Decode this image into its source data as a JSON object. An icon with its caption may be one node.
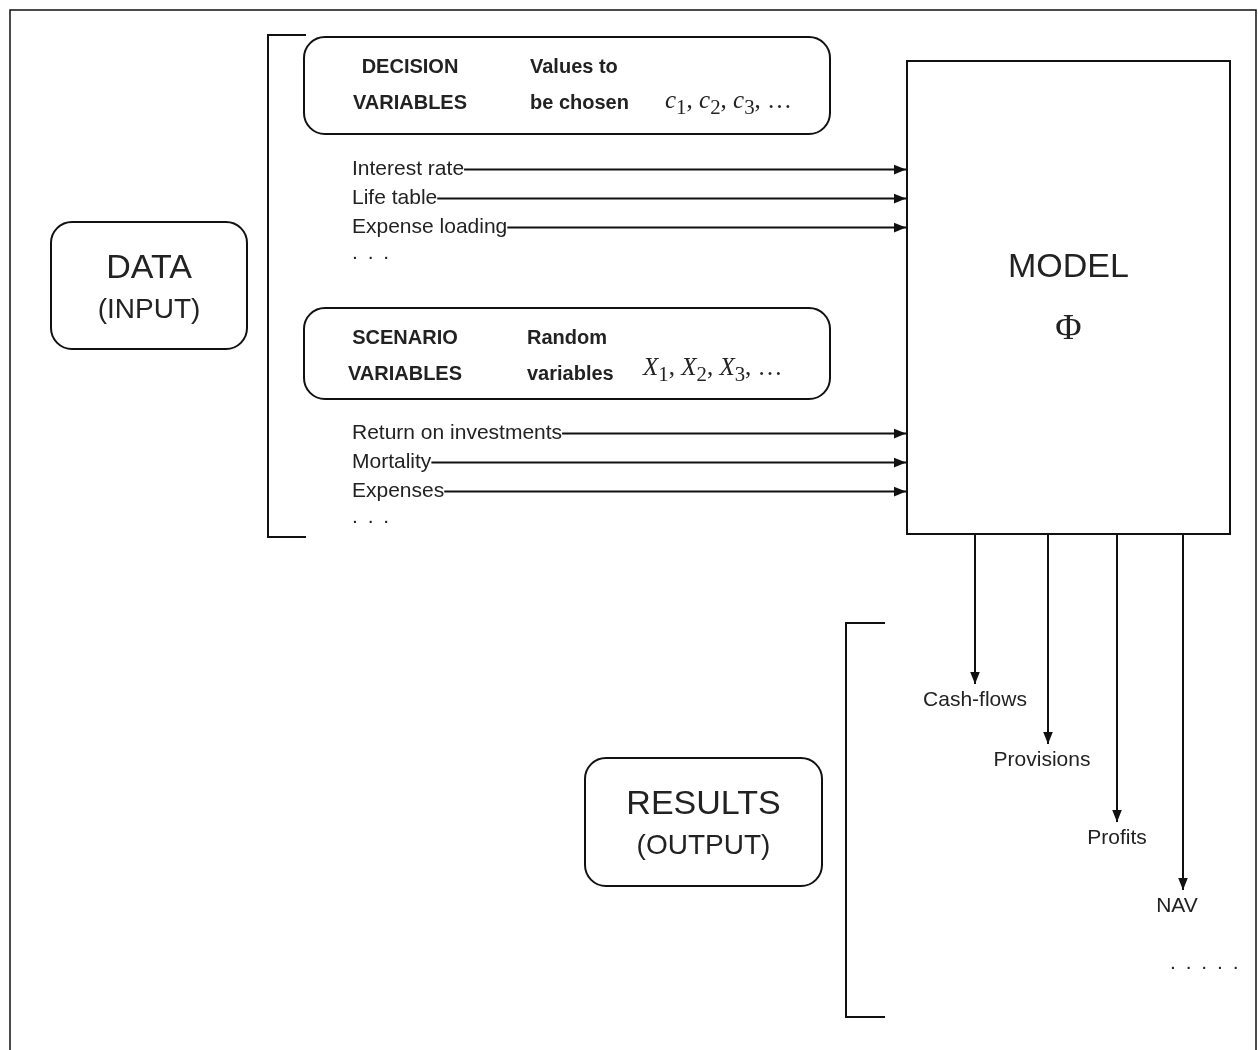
{
  "diagram": {
    "nodes": [
      {
        "text": [
          "DATA",
          "(INPUT)"
        ]
      },
      {
        "text": [
          "DECISION VARIABLES",
          "Values to be chosen",
          "*c*$_{1}$, *c*$_{2}$, *c*$_{3}$, …"
        ]
      },
      {
        "text": [
          "Interest rate"
        ]
      },
      {
        "text": [
          "Life table"
        ]
      },
      {
        "text": [
          "Expense loading"
        ]
      },
      {
        "text": [
          "SCENARIO VARIABLES",
          "Random variables",
          "*X*$_{1}$, *X*$_{2}$, *X*$_{3}$, …"
        ]
      },
      {
        "text": [
          "Return on investments"
        ]
      },
      {
        "text": [
          "Mortality"
        ]
      },
      {
        "text": [
          "Expenses"
        ]
      },
      {
        "text": [
          "MODEL",
          "Φ"
        ]
      },
      {
        "text": [
          "RESULTS",
          "(OUTPUT)"
        ]
      },
      {
        "text": [
          "Cash-flows"
        ]
      },
      {
        "text": [
          "Provisions"
        ]
      },
      {
        "text": [
          "Profits"
        ]
      },
      {
        "text": [
          "NAV"
        ]
      }
    ],
    "edges": [
      {
        "from": 2,
        "to": 9,
        "arrow": "to"
      },
      {
        "from": 3,
        "to": 9,
        "arrow": "to"
      },
      {
        "from": 4,
        "to": 9,
        "arrow": "to"
      },
      {
        "from": 6,
        "to": 9,
        "arrow": "to"
      },
      {
        "from": 7,
        "to": 9,
        "arrow": "to"
      },
      {
        "from": 8,
        "to": 9,
        "arrow": "to"
      },
      {
        "from": 9,
        "to": 11,
        "arrow": "to"
      },
      {
        "from": 9,
        "to": 12,
        "arrow": "to"
      },
      {
        "from": 9,
        "to": 13,
        "arrow": "to"
      },
      {
        "from": 9,
        "to": 14,
        "arrow": "to"
      }
    ],
    "labels": [
      ". . .",
      ". . .",
      ". . . . ."
    ]
  }
}
